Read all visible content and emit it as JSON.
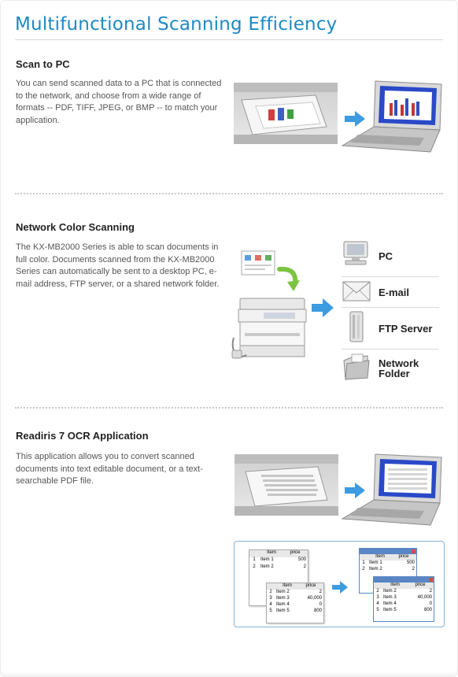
{
  "page": {
    "title": "Multifunctional Scanning Efficiency"
  },
  "sections": [
    {
      "title": "Scan to PC",
      "text": "You can send scanned data to a PC that is connected to the network, and choose from a wide range of formats -- PDF, TIFF, JPEG, or BMP -- to match your application."
    },
    {
      "title": "Network Color Scanning",
      "text": "The KX-MB2000 Series is able to scan documents in full color. Documents scanned from the KX-MB2000 Series can automatically be sent to a desktop PC, e-mail address, FTP server, or a shared network folder.",
      "destinations": [
        {
          "label": "PC",
          "icon": "monitor-icon"
        },
        {
          "label": "E-mail",
          "icon": "envelope-icon"
        },
        {
          "label": "FTP Server",
          "icon": "server-icon"
        },
        {
          "label": "Network\nFolder",
          "icon": "folder-icon"
        }
      ]
    },
    {
      "title": "Readiris 7 OCR Application",
      "text": "This application allows you to convert scanned documents into text editable document, or a text-searchable PDF file."
    }
  ],
  "ocr_table": {
    "headers": [
      "Item",
      "price"
    ],
    "rows": [
      [
        "1",
        "Item 1",
        "500"
      ],
      [
        "2",
        "Item 2",
        "2"
      ],
      [
        "3",
        "Item 3",
        "40,000"
      ],
      [
        "4",
        "Item 4",
        "0"
      ],
      [
        "5",
        "Item 5",
        "800"
      ]
    ]
  },
  "colors": {
    "title": "#1d8ac4",
    "arrow": "#3d9be0",
    "screen": "#2a49c8",
    "panel_border": "#7fb5de"
  }
}
